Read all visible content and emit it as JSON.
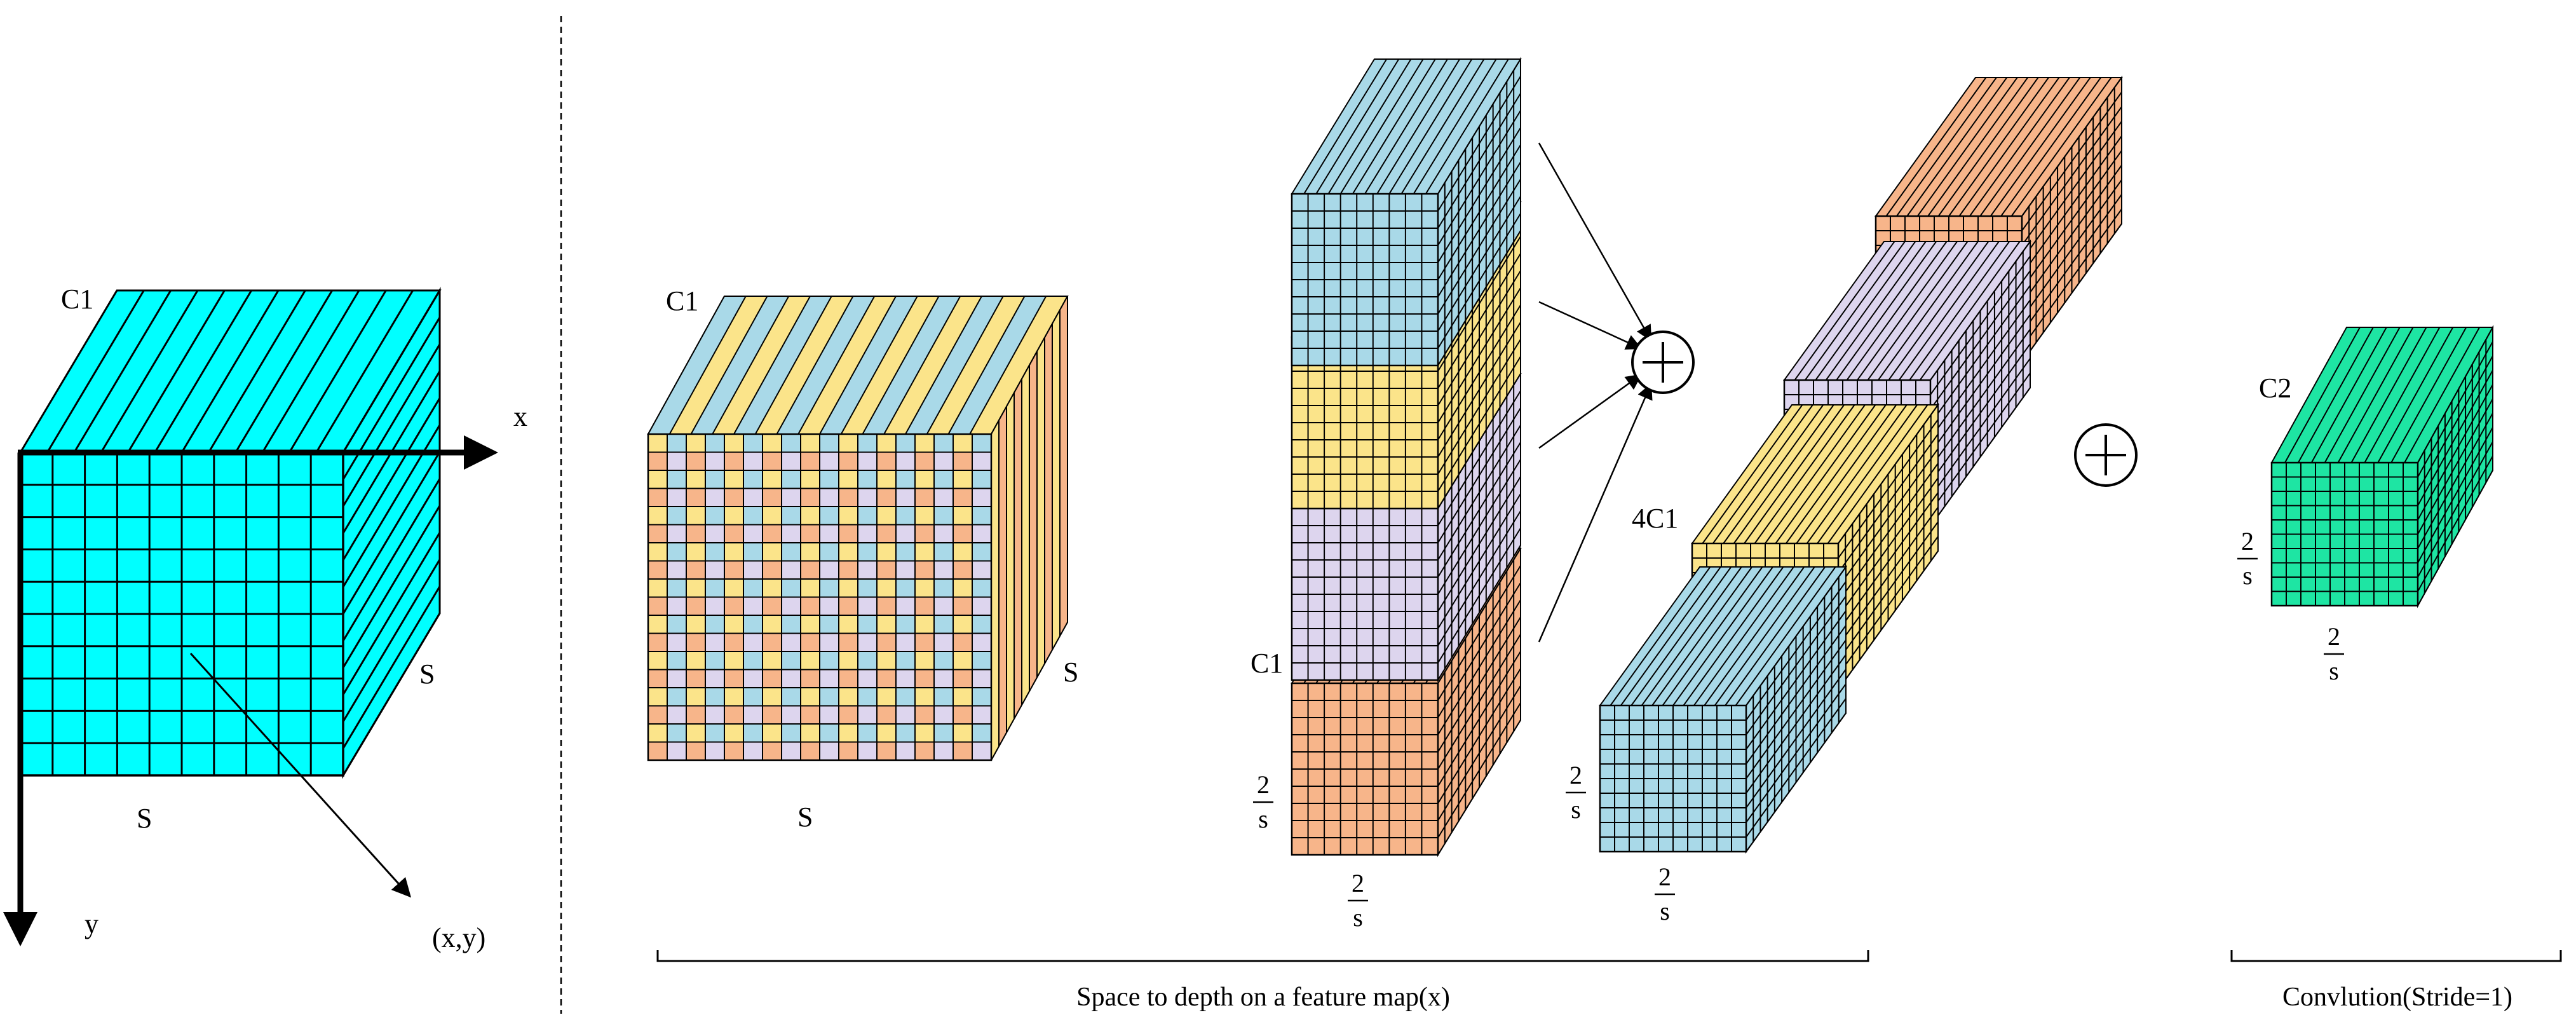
{
  "colors": {
    "cyan": "#00ffff",
    "blue": "#a9d9e8",
    "yellow": "#fbe48a",
    "lilac": "#ddd5ee",
    "orange": "#f7b58a",
    "teal": "#1ee5a3",
    "stroke": "#000000"
  },
  "panel1": {
    "channel_label": "C1",
    "width_label": "S",
    "depth_label": "S",
    "x_axis_label": "x",
    "y_axis_label": "y",
    "point_label": "(x,y)"
  },
  "panel2": {
    "channel_label": "C1",
    "width_label": "S",
    "depth_label": "S"
  },
  "slices": {
    "channel_label": "C1",
    "frac_numerator": "2",
    "frac_denominator": "s",
    "plus_symbol": "+"
  },
  "stack": {
    "channel_label": "4C1",
    "frac_numerator": "2",
    "frac_denominator": "s"
  },
  "output": {
    "channel_label": "C2",
    "frac_numerator": "2",
    "frac_denominator": "s",
    "plus_symbol": "+"
  },
  "captions": {
    "space_to_depth": "Space to depth on a feature map(x)",
    "convolution": "Convlution(Stride=1)"
  }
}
